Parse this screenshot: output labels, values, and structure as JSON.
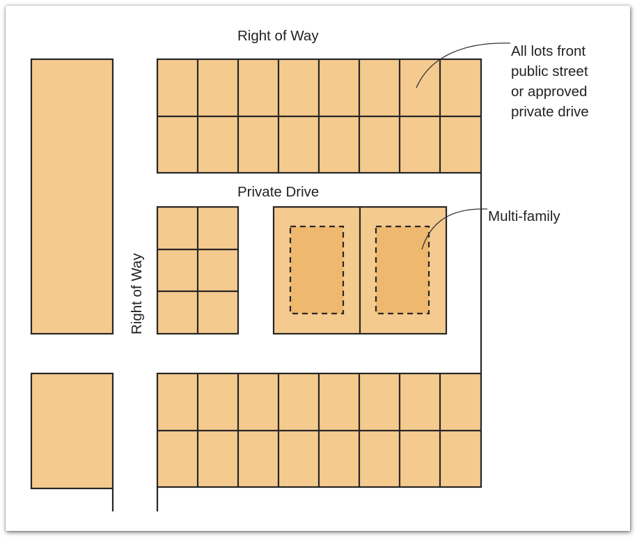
{
  "labels": {
    "right_of_way_top": "Right of Way",
    "right_of_way_vertical": "Right of Way",
    "private_drive": "Private Drive",
    "all_lots_note": [
      "All lots front",
      "public street",
      "or approved",
      "private drive"
    ],
    "multi_family": "Multi-family"
  },
  "colors": {
    "lot_fill": "#f4ca8e",
    "building_fill": "#efb86f",
    "line": "#262626"
  }
}
